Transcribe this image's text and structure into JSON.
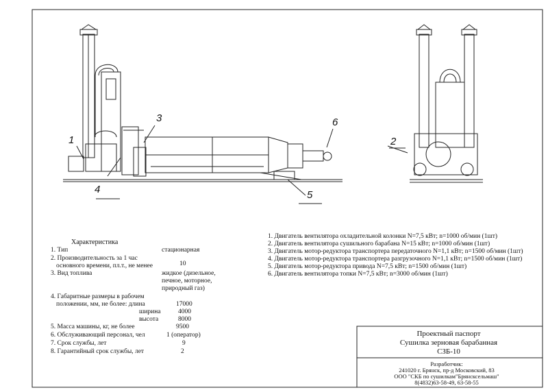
{
  "drawing": {
    "callouts": [
      "1",
      "2",
      "3",
      "4",
      "5",
      "6"
    ]
  },
  "specs": {
    "title": "Характеристика",
    "rows": [
      {
        "label": "1. Тип",
        "value": "стационарная"
      },
      {
        "label": "2. Производительность за 1 час",
        "label2": "основного времени, пл.т., не менее",
        "value": "10"
      },
      {
        "label": "3. Вид топлива",
        "value": "жидкое (дизельное,",
        "value2": "печное, моторное,",
        "value3": "природный газ)"
      },
      {
        "label": "4. Габаритные размеры в рабочем",
        "label2": "положении,  мм, не более: длина",
        "value": "17000"
      },
      {
        "label": "ширина",
        "value": "4000"
      },
      {
        "label": "высота",
        "value": "8000"
      },
      {
        "label": "5. Масса машины, кг, не более",
        "value": "9500"
      },
      {
        "label": "6. Обслуживающий персонал, чел",
        "value": "1 (оператор)"
      },
      {
        "label": "7. Срок службы, лет",
        "value": "9"
      },
      {
        "label": "8. Гарантийный срок службы, лет",
        "value": "2"
      }
    ]
  },
  "motors": [
    "1. Двигатель вентилятора охладительной колонки N=7,5 кВт; n=1000 об/мин (1шт)",
    "2. Двигатель вентилятора сушильного барабана N=15 кВт; n=1000 об/мин (1шт)",
    "3. Двигатель мотор-редуктора транспортера передаточного N=1,1 кВт; n=1500 об/мин (1шт)",
    "4. Двигатель мотор-редуктора транспортера разгрузочного N=1,1 кВт; n=1500 об/мин (1шт)",
    "5. Двигатель мотор-редуктора привода N=7,5 кВт; n=1500 об/мин (1шт)",
    "6. Двигатель вентилятора топки N=7,5 кВт; n=3000 об/мин (1шт)"
  ],
  "title_block": {
    "line1": "Проектный паспорт",
    "line2": "Сушилка зерновая барабанная",
    "line3": "СЗБ-10"
  },
  "developer": {
    "label": "Разработчик:",
    "address": "241020 г. Брянск, пр-д Московский, 83",
    "company": "ООО \"СКБ по сушилкам\"Брянсксельмаш\"",
    "phone": "8(4832)63-58-49, 63-58-55"
  }
}
